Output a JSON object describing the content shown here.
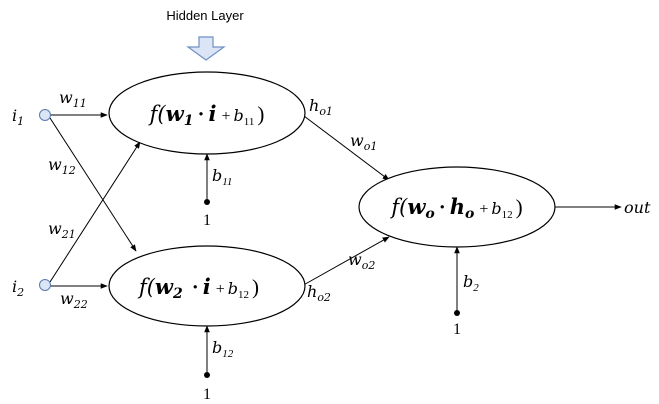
{
  "hidden_layer_label": "Hidden Layer",
  "colors": {
    "arrow_fill": "#dbe5f5",
    "arrow_stroke": "#6f8fc4",
    "input_fill": "#dbe5f5",
    "input_stroke": "#5a7ab3"
  },
  "inputs": {
    "i1": {
      "base": "i",
      "sub": "1"
    },
    "i2": {
      "base": "i",
      "sub": "2"
    }
  },
  "weights": {
    "w11": {
      "base": "w",
      "sub": "11"
    },
    "w12": {
      "base": "w",
      "sub": "12"
    },
    "w21": {
      "base": "w",
      "sub": "21"
    },
    "w22": {
      "base": "w",
      "sub": "22"
    },
    "wo1": {
      "base": "w",
      "sub": "o1"
    },
    "wo2": {
      "base": "w",
      "sub": "o2"
    }
  },
  "hidden_outputs": {
    "ho1": {
      "base": "h",
      "sub": "o1"
    },
    "ho2": {
      "base": "h",
      "sub": "o2"
    }
  },
  "neurons": {
    "h1": {
      "f": "f(",
      "w": "w",
      "wsub": "1",
      "dot": "·",
      "i": "i",
      "plus": "+",
      "b": "b",
      "bsub": "11",
      "close": ")"
    },
    "h2": {
      "f": "f(",
      "w": "w",
      "wsub": "2",
      "dot": "·",
      "i": "i",
      "plus": "+",
      "b": "b",
      "bsub": "12",
      "close": ")"
    },
    "o": {
      "f": "f(",
      "w": "w",
      "wsub": "o",
      "dot": "·",
      "i": "h",
      "isub": "o",
      "plus": "+",
      "b": "b",
      "bsub": "12",
      "close": ")"
    }
  },
  "biases": {
    "b11": {
      "base": "b",
      "sub": "11",
      "one": "1"
    },
    "b12": {
      "base": "b",
      "sub": "12",
      "one": "1"
    },
    "b2": {
      "base": "b",
      "sub": "2",
      "one": "1"
    }
  },
  "output_label": "out"
}
